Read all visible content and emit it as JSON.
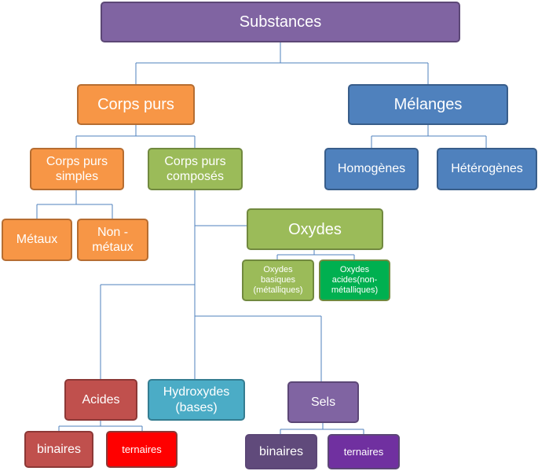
{
  "nodes": {
    "substances": "Substances",
    "corps_purs": "Corps purs",
    "melanges": "Mélanges",
    "corps_purs_simples": "Corps purs simples",
    "corps_purs_composes": "Corps purs composés",
    "homogenes": "Homogènes",
    "heterogenes": "Hétérogènes",
    "metaux": "Métaux",
    "non_metaux": "Non - métaux",
    "oxydes": "Oxydes",
    "oxydes_basiques": "Oxydes basiques (métalliques)",
    "oxydes_acides": "Oxydes acides(non-métalliques)",
    "acides": "Acides",
    "hydroxydes": "Hydroxydes (bases)",
    "sels": "Sels",
    "acides_binaires": "binaires",
    "acides_ternaires": "ternaires",
    "sels_binaires": "binaires",
    "sels_ternaires": "ternaires"
  },
  "colors": {
    "purple": "#8064a2",
    "orange": "#f79646",
    "blue": "#4f81bd",
    "green": "#9bbb59",
    "bright_green": "#00b050",
    "red": "#c0504d",
    "bright_red": "#ff0000",
    "teal": "#4bacc6",
    "dark_violet": "#604a7b",
    "violet": "#7030a0",
    "connector": "#4f81bd"
  }
}
